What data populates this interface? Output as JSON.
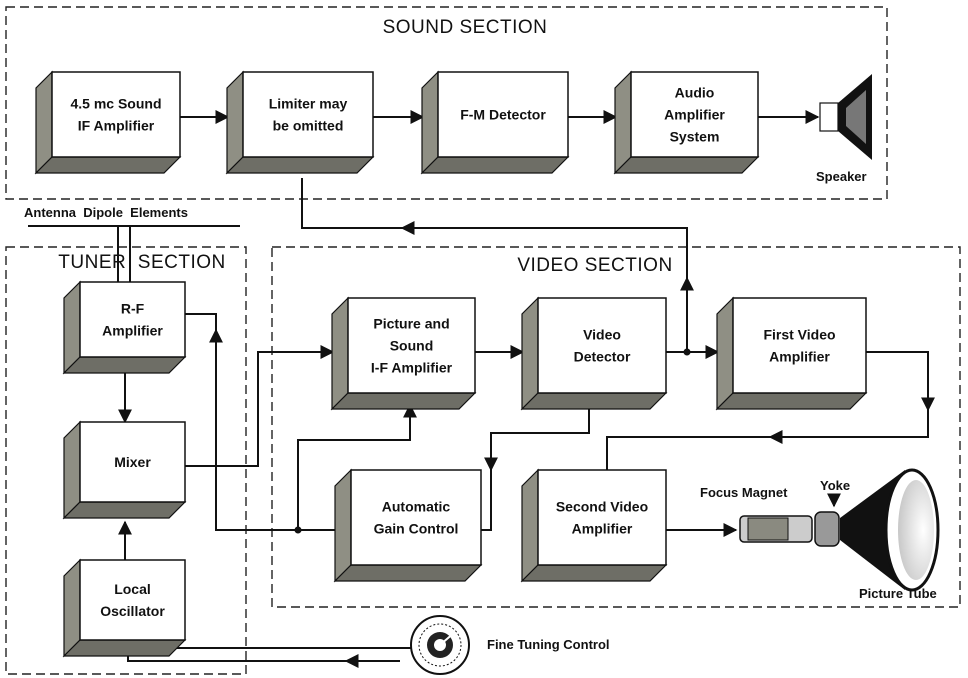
{
  "sections": {
    "sound": "SOUND SECTION",
    "tuner": "TUNER  SECTION",
    "video": "VIDEO SECTION"
  },
  "blocks": {
    "sound_if": [
      "4.5 mc Sound",
      "IF Amplifier"
    ],
    "limiter": [
      "Limiter     may",
      "be omitted"
    ],
    "fm_detector": [
      "F-M Detector"
    ],
    "audio_amp": [
      "Audio",
      "Amplifier",
      "System"
    ],
    "rf_amp": [
      "R-F",
      "Amplifier"
    ],
    "mixer": [
      "Mixer"
    ],
    "local_osc": [
      "Local",
      "Oscillator"
    ],
    "pic_sound_if": [
      "Picture and",
      "Sound",
      "I-F Amplifier"
    ],
    "video_detector": [
      "Video",
      "Detector"
    ],
    "first_video_amp": [
      "First Video",
      "Amplifier"
    ],
    "agc": [
      "Automatic",
      "Gain Control"
    ],
    "second_video_amp": [
      "Second Video",
      "Amplifier"
    ]
  },
  "labels": {
    "speaker": "Speaker",
    "antenna": "Antenna  Dipole  Elements",
    "focus_magnet": "Focus Magnet",
    "yoke": "Yoke",
    "picture_tube": "Picture Tube",
    "fine_tuning": "Fine Tuning Control"
  },
  "colors": {
    "box_side": "#8f8f84",
    "box_bottom": "#6e6e66",
    "line": "#111111"
  }
}
